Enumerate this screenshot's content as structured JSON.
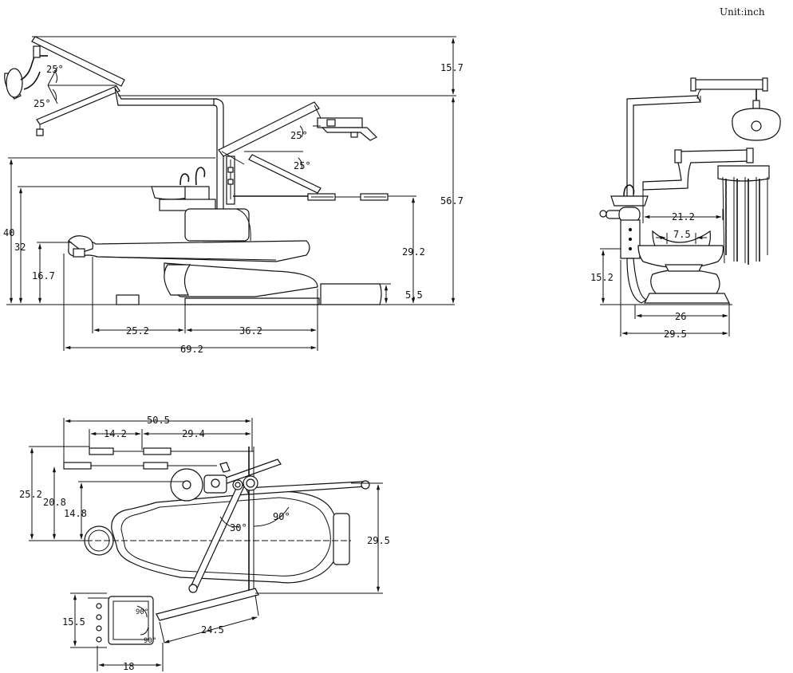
{
  "unit_label": "Unit:inch",
  "side_view": {
    "angles": [
      "25°",
      "25°",
      "25°",
      "25°"
    ],
    "dims": {
      "d15_7": "15.7",
      "d56_7": "56.7",
      "d40": "40",
      "d32": "32",
      "d16_7": "16.7",
      "d29_2": "29.2",
      "d5_5": "5.5",
      "d25_2": "25.2",
      "d36_2": "36.2",
      "d69_2": "69.2"
    }
  },
  "front_view": {
    "dims": {
      "d21_2": "21.2",
      "d7_5": "7.5",
      "d15_2": "15.2",
      "d26": "26",
      "d29_5": "29.5"
    }
  },
  "top_view": {
    "angles": [
      "30°",
      "90°",
      "90°",
      "90°"
    ],
    "dims": {
      "d50_5": "50.5",
      "d14_2": "14.2",
      "d29_4": "29.4",
      "d25_2": "25.2",
      "d20_8": "20.8",
      "d14_8": "14.8",
      "d29_5": "29.5",
      "d15_5": "15.5",
      "d24_5": "24.5",
      "d18": "18"
    }
  }
}
